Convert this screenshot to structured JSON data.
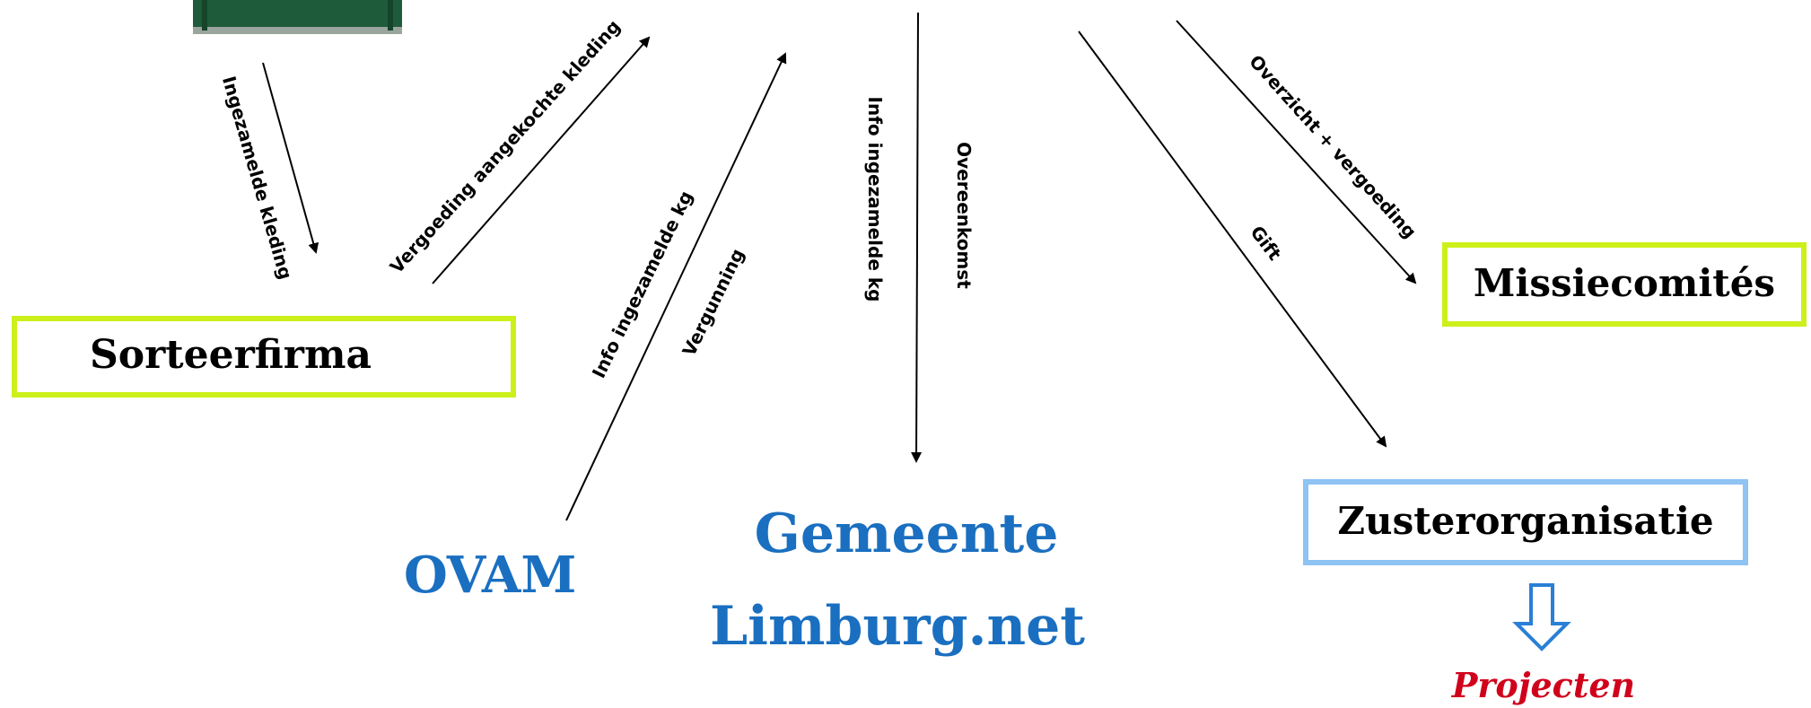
{
  "nodes": {
    "sorteerfirma": "Sorteerfirma",
    "missiecomites": "Missiecomités",
    "zusterorganisatie": "Zusterorganisatie",
    "ovam": "OVAM",
    "gemeente": "Gemeente",
    "limburg": "Limburg.net",
    "projecten": "Projecten"
  },
  "edges": {
    "ingezamelde_kleding": "Ingezamelde kleding",
    "vergoeding_kleding": "Vergoeding aangekochte kleding",
    "info_kg_ovam": "Info ingezamelde kg",
    "vergunning": "Vergunning",
    "info_kg_gemeente": "Info ingezamelde kg",
    "overeenkomst": "Overeenkomst",
    "gift": "Gift",
    "overzicht_vergoeding": "Overzicht + vergoeding"
  },
  "colors": {
    "lime_border": "#ccf01a",
    "blue_border": "#8ec3f4",
    "blue_text": "#1a6fc0",
    "arrow_outline": "#2a7fd6",
    "projecten_red": "#d0021b",
    "container_green": "#1e5b3a"
  },
  "icons": {
    "down_arrow": "hollow-down-arrow-icon",
    "container_photo": "clothing-container-photo"
  }
}
